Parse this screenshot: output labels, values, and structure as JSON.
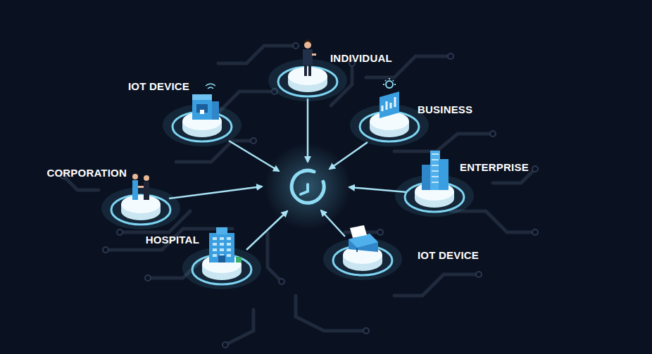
{
  "diagram": {
    "nodes": [
      {
        "text": [
          "INDIVIDUAL"
        ]
      },
      {
        "text": [
          "IOT DEVICE"
        ]
      },
      {
        "text": [
          "BUSINESS"
        ]
      },
      {
        "text": [
          "ENTERPRISE"
        ]
      },
      {
        "text": [
          "CORPORATION"
        ]
      },
      {
        "text": [
          "HOSPITAL"
        ]
      },
      {
        "text": [
          "IOT DEVICE"
        ]
      }
    ]
  }
}
